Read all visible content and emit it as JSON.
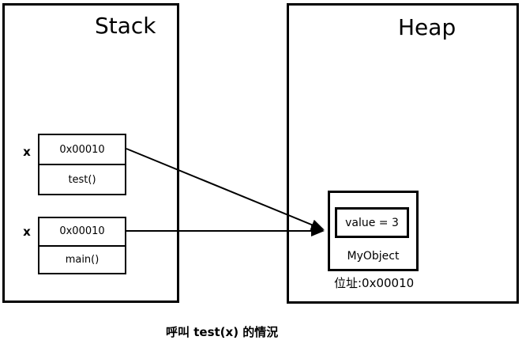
{
  "diagram": {
    "stack": {
      "title": "Stack",
      "frames": [
        {
          "var_label": "x",
          "address": "0x00010",
          "function": "test()"
        },
        {
          "var_label": "x",
          "address": "0x00010",
          "function": "main()"
        }
      ]
    },
    "heap": {
      "title": "Heap",
      "object": {
        "value_text": "value = 3",
        "class_name": "MyObject",
        "address_text": "位址:0x00010"
      }
    },
    "caption": "呼叫 test(x) 的情況",
    "colors": {
      "line": "#000000",
      "background": "#ffffff"
    }
  }
}
